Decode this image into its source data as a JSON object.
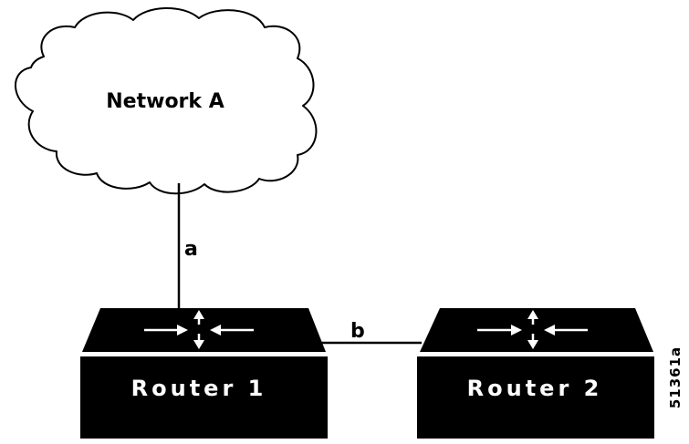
{
  "network": {
    "label": "Network A"
  },
  "links": [
    {
      "id": "a",
      "label": "a"
    },
    {
      "id": "b",
      "label": "b"
    }
  ],
  "routers": [
    {
      "id": "router-1",
      "label": "Router 1",
      "icon": "router-arrows-icon"
    },
    {
      "id": "router-2",
      "label": "Router 2",
      "icon": "router-arrows-icon"
    }
  ],
  "colors": {
    "router_fill": "#000000",
    "router_text": "#ffffff",
    "line": "#000000",
    "background": "#ffffff"
  },
  "figure_id": "51361a"
}
